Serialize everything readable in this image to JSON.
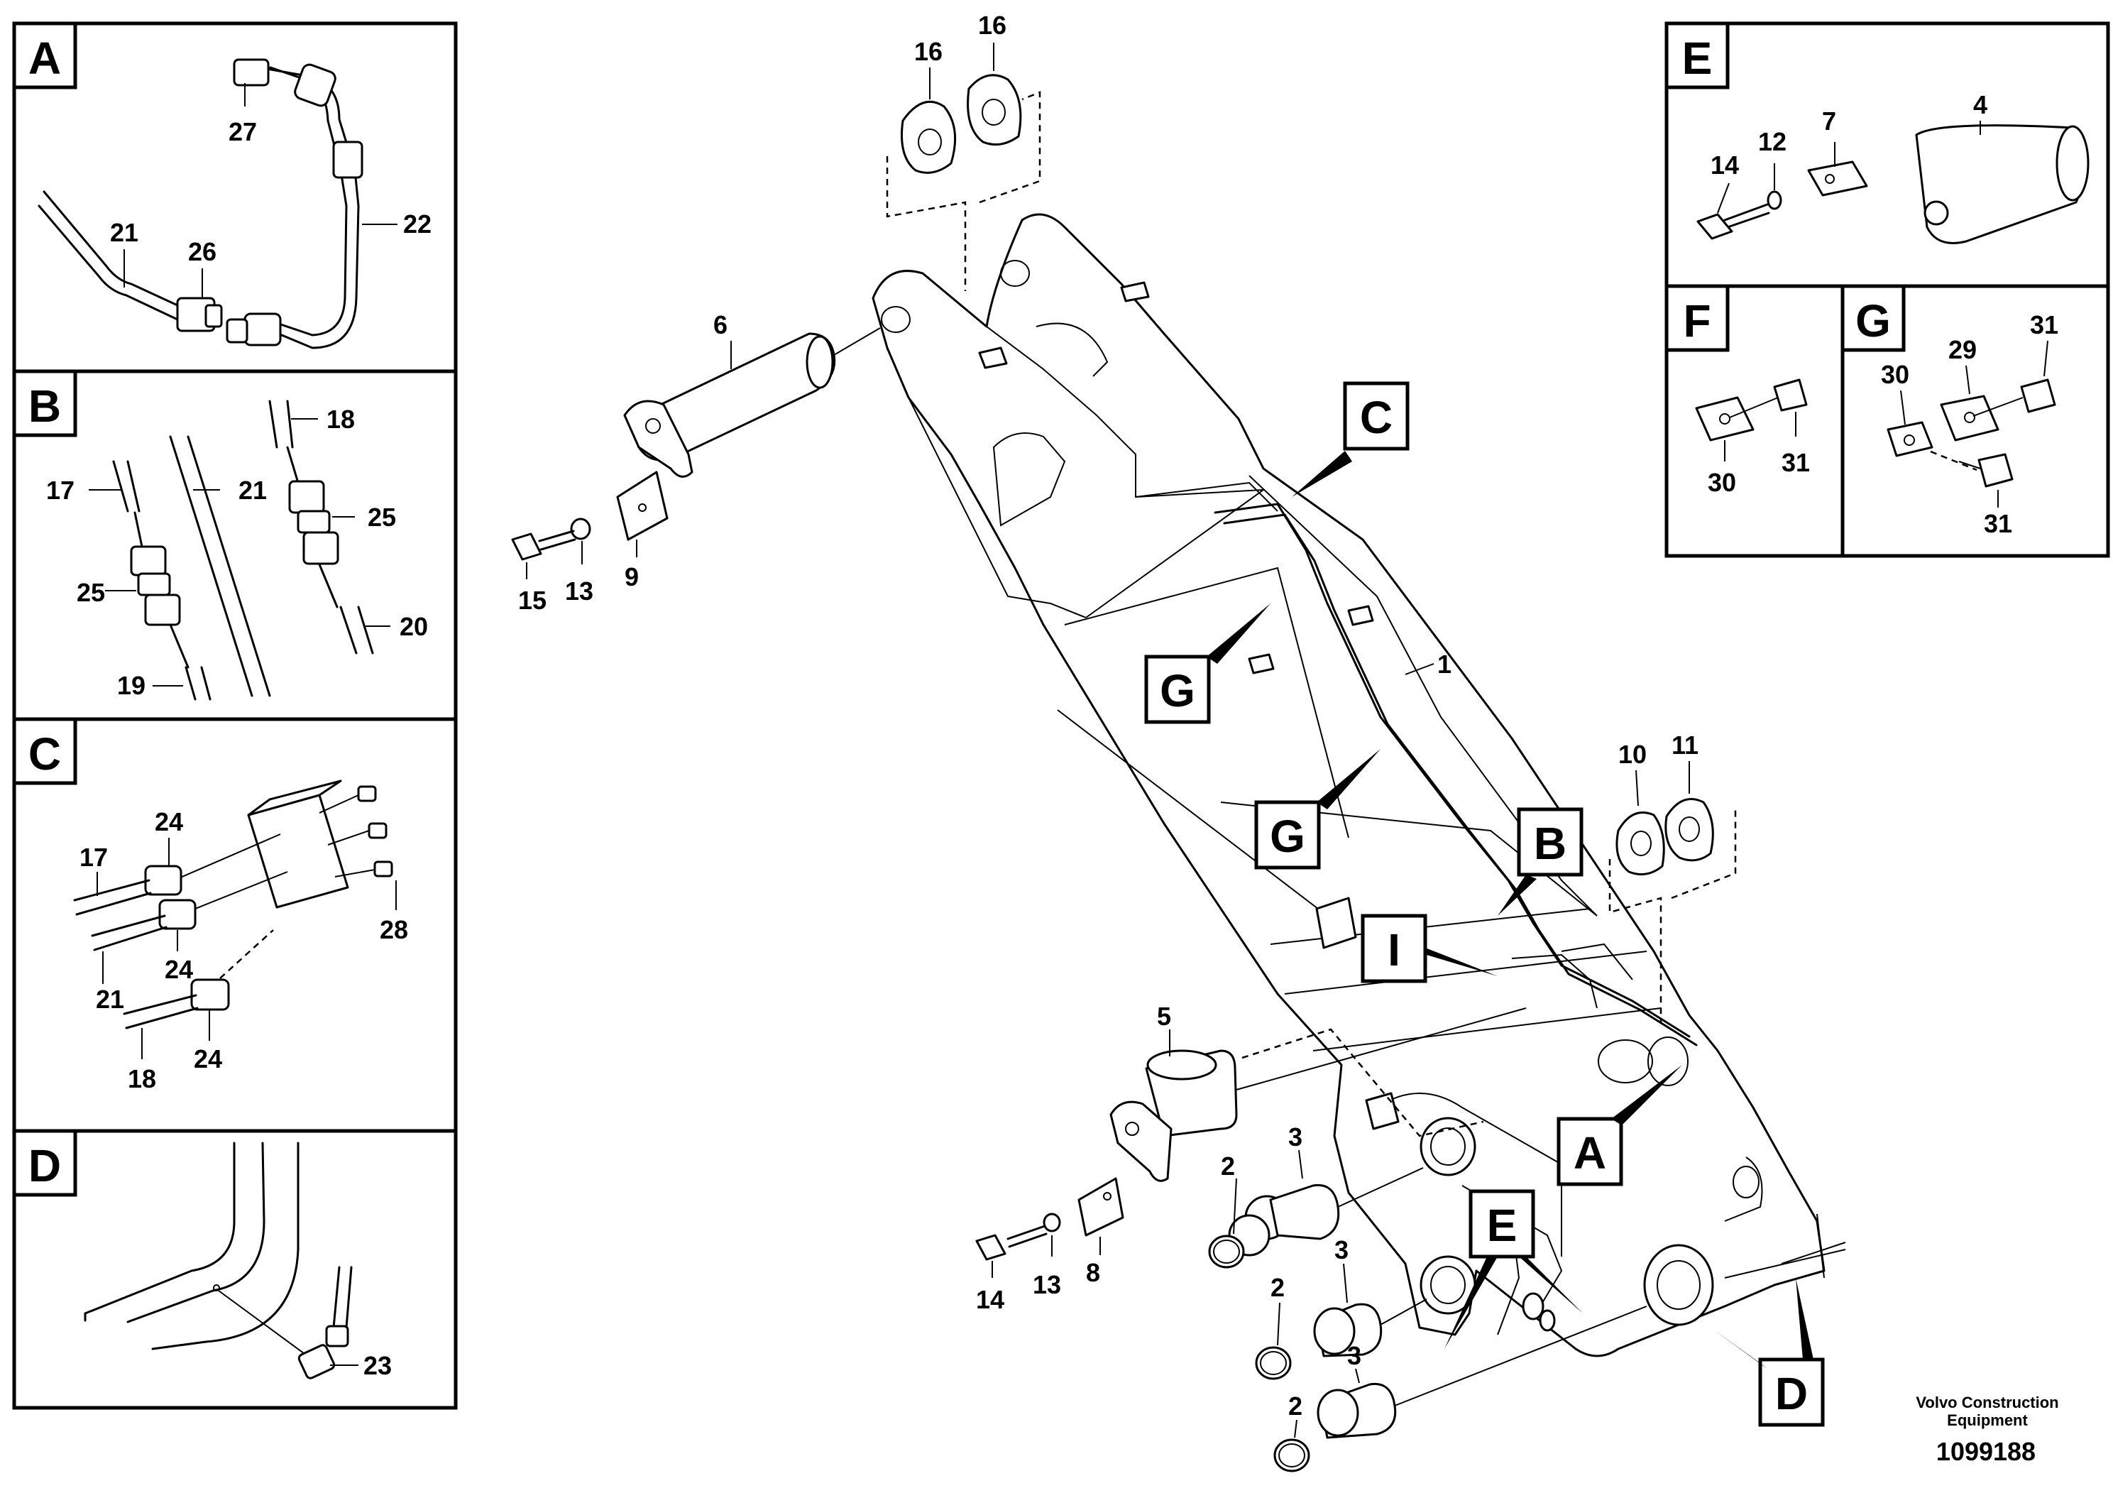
{
  "panels": {
    "A": {
      "letter": "A",
      "callouts": [
        "27",
        "22",
        "21",
        "26"
      ]
    },
    "B": {
      "letter": "B",
      "callouts": [
        "18",
        "17",
        "21",
        "25",
        "25",
        "20",
        "19"
      ]
    },
    "C": {
      "letter": "C",
      "callouts": [
        "24",
        "17",
        "28",
        "21",
        "24",
        "24",
        "18"
      ]
    },
    "D": {
      "letter": "D",
      "callouts": [
        "23"
      ]
    },
    "E": {
      "letter": "E",
      "callouts": [
        "14",
        "12",
        "7",
        "4"
      ]
    },
    "F": {
      "letter": "F",
      "callouts": [
        "30",
        "31"
      ]
    },
    "G": {
      "letter": "G",
      "callouts": [
        "29",
        "31",
        "30",
        "31"
      ]
    }
  },
  "main": {
    "markers": [
      "C",
      "G",
      "G",
      "B",
      "I",
      "A",
      "E",
      "D"
    ],
    "callouts": [
      "16",
      "16",
      "6",
      "15",
      "13",
      "9",
      "1",
      "10",
      "11",
      "5",
      "3",
      "2",
      "3",
      "2",
      "3",
      "2",
      "14",
      "13",
      "8"
    ]
  },
  "footer": {
    "company_line1": "Volvo Construction",
    "company_line2": "Equipment",
    "drawing_number": "1099188"
  }
}
